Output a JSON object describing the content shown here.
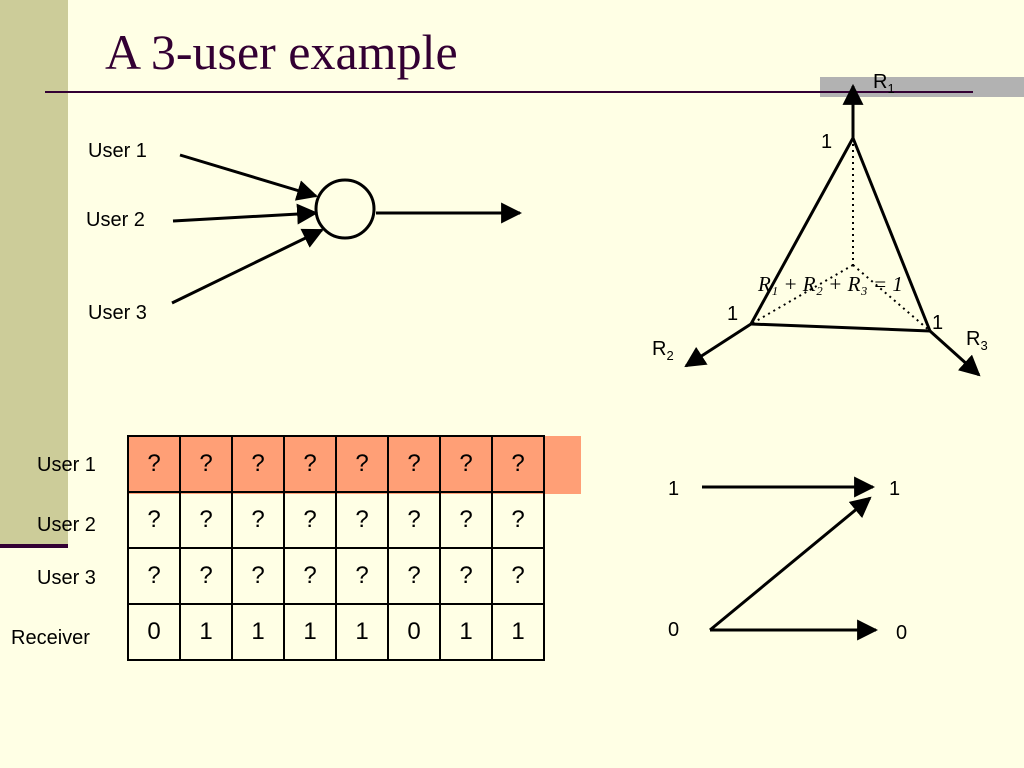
{
  "slide": {
    "title": "A 3-user example",
    "accent_color": "#330033",
    "sidebar_color": "#CCCC99",
    "background_color": "#FFFFE5"
  },
  "adder": {
    "inputs": [
      "User 1",
      "User 2",
      "User 3"
    ]
  },
  "rate_region": {
    "axis1": {
      "name": "R",
      "sub": "1"
    },
    "axis2": {
      "name": "R",
      "sub": "2"
    },
    "axis3": {
      "name": "R",
      "sub": "3"
    },
    "vertex_labels": [
      "1",
      "1",
      "1"
    ],
    "equation": "R₁ + R₂ + R₃ = 1"
  },
  "table": {
    "row_labels": [
      "User 1",
      "User 2",
      "User 3",
      "Receiver"
    ],
    "rows": [
      [
        "?",
        "?",
        "?",
        "?",
        "?",
        "?",
        "?",
        "?"
      ],
      [
        "?",
        "?",
        "?",
        "?",
        "?",
        "?",
        "?",
        "?"
      ],
      [
        "?",
        "?",
        "?",
        "?",
        "?",
        "?",
        "?",
        "?"
      ],
      [
        "0",
        "1",
        "1",
        "1",
        "1",
        "0",
        "1",
        "1"
      ]
    ],
    "highlight_color": "#FF7F50"
  },
  "channel": {
    "inputs": [
      "1",
      "0"
    ],
    "outputs": [
      "1",
      "0"
    ]
  }
}
